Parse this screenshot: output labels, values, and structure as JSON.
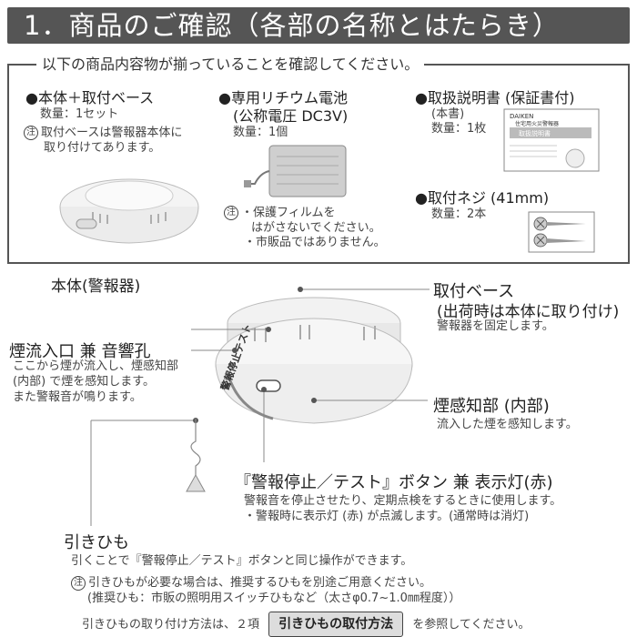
{
  "header": {
    "title": "1．商品のご確認（各部の名称とはたらき）"
  },
  "box": {
    "title": "以下の商品内容物が揃っていることを確認してください。"
  },
  "items": {
    "body": {
      "title": "●本体＋取付ベース",
      "qty": "数量：1セット",
      "note_mark": "注",
      "note": [
        "取付ベースは警報器本体に",
        "取り付けてあります。"
      ]
    },
    "battery": {
      "title": "●専用リチウム電池",
      "sub": "(公称電圧 DC3V)",
      "qty": "数量：1個",
      "note_mark": "注",
      "notes": [
        "・保護フィルムを",
        "はがさないでください。",
        "・市販品ではありません。"
      ]
    },
    "manual": {
      "title": "●取扱説明書 (保証書付)",
      "sub": "(本書)",
      "qty": "数量：1枚",
      "logo": "DAIKEN",
      "doc_title": "住宅用火災警報器",
      "doc_sub": "取扱説明書"
    },
    "screw": {
      "title": "●取付ネジ (41mm)",
      "qty": "数量：2本"
    }
  },
  "parts": {
    "honntai": {
      "label": "本体(警報器)"
    },
    "base": {
      "label": "取付ベース",
      "sub": "(出荷時は本体に取り付け)",
      "desc": "警報器を固定します。"
    },
    "inlet": {
      "label": "煙流入口 兼 音響孔",
      "desc": [
        "ここから煙が流入し、煙感知部",
        "(内部) で煙を感知します。",
        "また警報音が鳴ります。"
      ]
    },
    "sensor": {
      "label": "煙感知部 (内部)",
      "desc": "流入した煙を感知します。"
    },
    "button": {
      "label": "『警報停止／テスト』ボタン 兼 表示灯(赤)",
      "desc": [
        "警報音を停止させたり、定期点検をするときに使用します。",
        "・警報時に表示灯 (赤) が点滅します。(通常時は消灯)"
      ]
    },
    "device_text": "警報停止テスト",
    "string": {
      "label": "引きひも",
      "desc": "引くことで『警報停止／テスト』ボタンと同じ操作ができます。",
      "note_mark": "注",
      "note": "引きひもが必要な場合は、推奨するひもを別途ご用意ください。",
      "note2": "(推奨ひも：市販の照明用スイッチひもなど（太さφ0.7~1.0㎜程度））",
      "ref_before": "引きひもの取り付け方法は、２項",
      "ref_button": "引きひもの取付方法",
      "ref_after": "を参照してください。"
    }
  }
}
